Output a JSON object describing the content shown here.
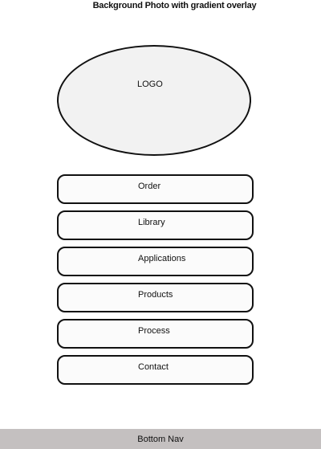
{
  "background_note": "Background Photo with gradient overlay",
  "logo": {
    "label": "LOGO"
  },
  "menu": {
    "items": [
      {
        "label": "Order"
      },
      {
        "label": "Library"
      },
      {
        "label": "Applications"
      },
      {
        "label": "Products"
      },
      {
        "label": "Process"
      },
      {
        "label": "Contact"
      }
    ]
  },
  "bottom_nav": {
    "label": "Bottom Nav"
  }
}
